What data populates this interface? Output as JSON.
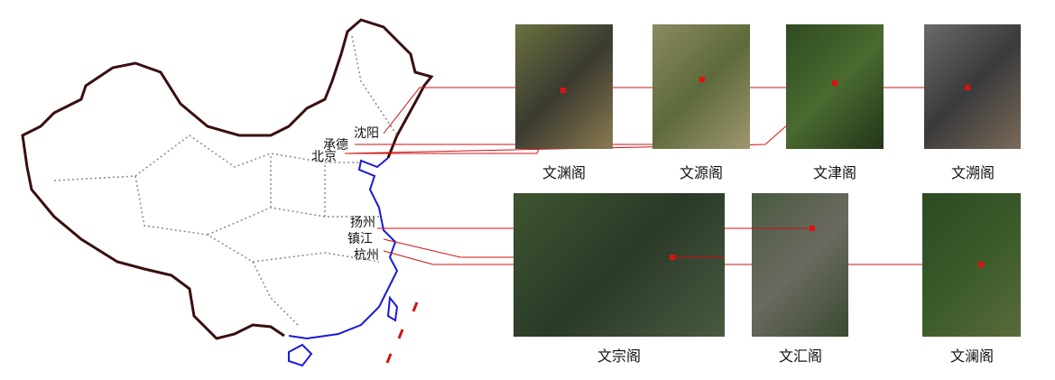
{
  "cities": [
    "沈阳",
    "承德",
    "北京",
    "扬州",
    "镇江",
    "杭州"
  ],
  "libraries": {
    "top": [
      "文渊阁",
      "文源阁",
      "文津阁",
      "文溯阁"
    ],
    "bottom": [
      "文宗阁",
      "文汇阁",
      "文澜阁"
    ]
  },
  "colors": {
    "border": "#3a0f0f",
    "coast": "#1a1adb",
    "leader": "#d01010"
  }
}
